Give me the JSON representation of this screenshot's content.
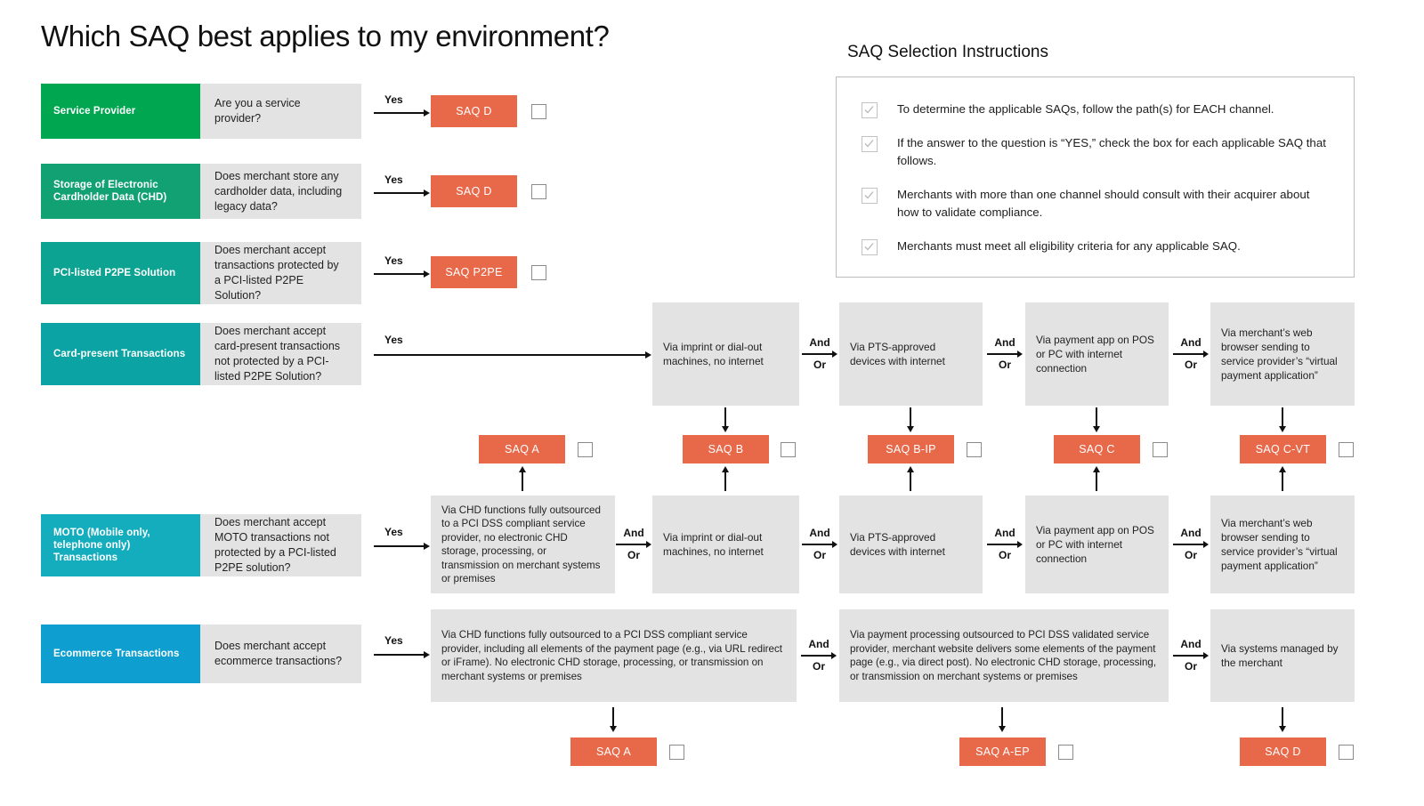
{
  "page_title": "Which SAQ best applies to my environment?",
  "colors": {
    "orange": "#e8694a",
    "grey_box": "#e3e3e3",
    "green_1": "#00a650",
    "green_2": "#15a06e",
    "green_3": "#11a287",
    "green_4": "#0f a 0 9 5",
    "teal": "#0ca19b",
    "cyan": "#15b0c0",
    "blue": "#0e9fd0"
  },
  "instructions": {
    "title": "SAQ Selection Instructions",
    "items": [
      "To determine the applicable SAQs, follow the path(s) for EACH channel.",
      "If the answer to the question is “YES,” check the box for each applicable SAQ that follows.",
      "Merchants with more than one channel should consult with their acquirer about how to validate compliance.",
      "Merchants must meet all eligibility criteria for any applicable SAQ."
    ]
  },
  "yes_label": "Yes",
  "andor": {
    "and": "And",
    "or": "Or"
  },
  "channels": [
    {
      "name": "Service Provider",
      "question": "Are you a service provider?",
      "color": "#00a650",
      "result": "SAQ D"
    },
    {
      "name": "Storage of Electronic Cardholder Data (CHD)",
      "question": "Does merchant store any cardholder data, including legacy data?",
      "color": "#12a172",
      "result": "SAQ D"
    },
    {
      "name": "PCI-listed P2PE Solution",
      "question": "Does merchant accept transactions protected by a PCI-listed P2PE Solution?",
      "color": "#0da393",
      "result": "SAQ P2PE"
    },
    {
      "name": "Card-present Transactions",
      "question": "Does merchant accept card-present transactions not protected by a PCI-listed P2PE Solution?",
      "color": "#0ba3a3",
      "result": null
    },
    {
      "name": "MOTO (Mobile only, telephone only) Transactions",
      "question": "Does merchant accept MOTO transactions not protected by a PCI-listed P2PE solution?",
      "color": "#14adbe",
      "result": null
    },
    {
      "name": "Ecommerce Transactions",
      "question": "Does merchant accept ecommerce transactions?",
      "color": "#0e9fd0",
      "result": null
    }
  ],
  "card_present_paths": [
    "Via imprint or dial-out machines, no internet",
    "Via PTS-approved devices with internet",
    "Via payment app on POS or PC with internet connection",
    "Via merchant’s web browser sending to service provider’s “virtual payment application”"
  ],
  "moto_paths": [
    "Via CHD functions fully outsourced to a PCI DSS compliant service provider, no electronic CHD storage, processing, or transmission on merchant systems or premises",
    "Via imprint or dial-out machines, no internet",
    "Via PTS-approved devices with internet",
    "Via payment app on POS or PC with internet connection",
    "Via merchant’s web browser sending to service provider’s “virtual payment application”"
  ],
  "ecommerce_paths": [
    "Via CHD functions fully outsourced to a PCI DSS compliant service provider, including all elements of the payment page (e.g., via URL redirect or iFrame). No electronic CHD storage, processing, or transmission on merchant systems or premises",
    "Via payment processing outsourced to PCI DSS validated service provider, merchant website delivers some elements of the payment page (e.g., via direct post). No electronic CHD storage, processing, or transmission on merchant systems or premises",
    "Via systems managed by the merchant"
  ],
  "middle_results": [
    "SAQ A",
    "SAQ B",
    "SAQ B-IP",
    "SAQ C",
    "SAQ C-VT"
  ],
  "bottom_results": [
    "SAQ A",
    "SAQ A-EP",
    "SAQ D"
  ]
}
